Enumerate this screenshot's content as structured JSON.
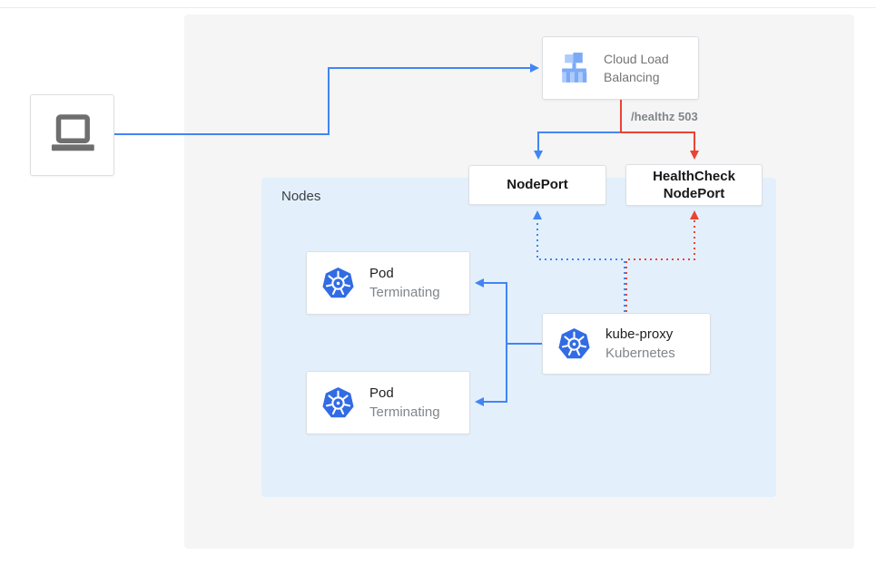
{
  "palette": {
    "blue": "#4285f4",
    "red": "#ea4335",
    "panel_gray": "#f5f5f5",
    "panel_nodes_blue": "#e3f0fc",
    "kubernetes_blue": "#326ce5",
    "laptop_gray": "#6e6e6e",
    "text_dark": "#212121",
    "text_gray": "#757575",
    "label_gray": "#80868b"
  },
  "groups": {
    "nodes": {
      "label": "Nodes"
    }
  },
  "nodes": {
    "client": {
      "icon": "laptop-icon"
    },
    "cloud_load_balancing": {
      "label": "Cloud Load Balancing",
      "icon": "cloud-load-balancing-icon"
    },
    "nodeport": {
      "label": "NodePort"
    },
    "healthcheck_nodeport": {
      "label": "HealthCheck NodePort"
    },
    "kube_proxy": {
      "title": "kube-proxy",
      "subtitle": "Kubernetes",
      "icon": "kubernetes-icon"
    }
  },
  "pods": [
    {
      "title": "Pod",
      "status": "Terminating",
      "icon": "kubernetes-icon"
    },
    {
      "title": "Pod",
      "status": "Terminating",
      "icon": "kubernetes-icon"
    }
  ],
  "labels": {
    "healthz": "/healthz 503"
  },
  "edges": [
    {
      "from": "client",
      "to": "cloud-load-balancing",
      "style": "solid",
      "color": "blue"
    },
    {
      "from": "cloud-load-balancing",
      "to": "nodeport",
      "style": "solid",
      "color": "blue"
    },
    {
      "from": "cloud-load-balancing",
      "to": "healthcheck-nodeport",
      "style": "solid",
      "color": "red",
      "label": "/healthz 503"
    },
    {
      "from": "kube-proxy",
      "to": "nodeport",
      "style": "dotted",
      "color": "blue"
    },
    {
      "from": "kube-proxy",
      "to": "healthcheck-nodeport",
      "style": "dotted",
      "color": "red"
    },
    {
      "from": "kube-proxy",
      "to": "pod-1",
      "style": "solid",
      "color": "blue"
    },
    {
      "from": "kube-proxy",
      "to": "pod-2",
      "style": "solid",
      "color": "blue"
    }
  ]
}
